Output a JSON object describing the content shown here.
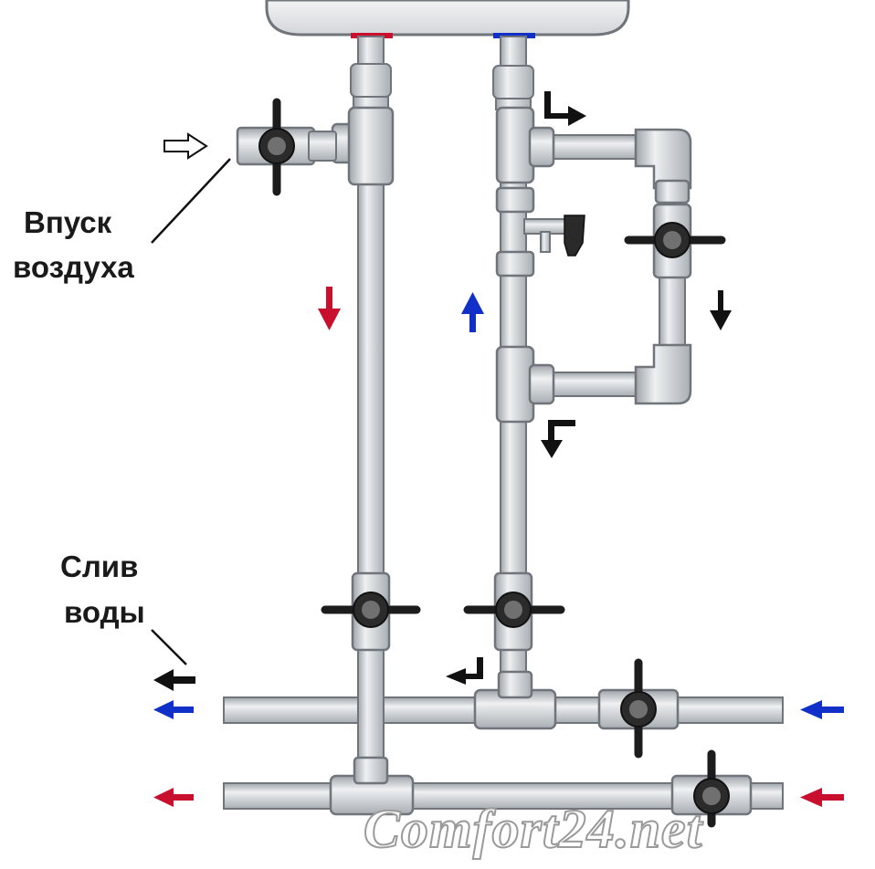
{
  "labels": {
    "air_inlet_line1": "Впуск",
    "air_inlet_line2": "воздуха",
    "drain_line1": "Слив",
    "drain_line2": "воды"
  },
  "watermark": "Comfort24.net",
  "colors": {
    "hot": "#c8102e",
    "cold": "#1030c8",
    "flow": "#111111",
    "pipe": "#cfd4d8",
    "pipe_edge": "#6f757a",
    "valve_handle": "#1c1c1c"
  }
}
